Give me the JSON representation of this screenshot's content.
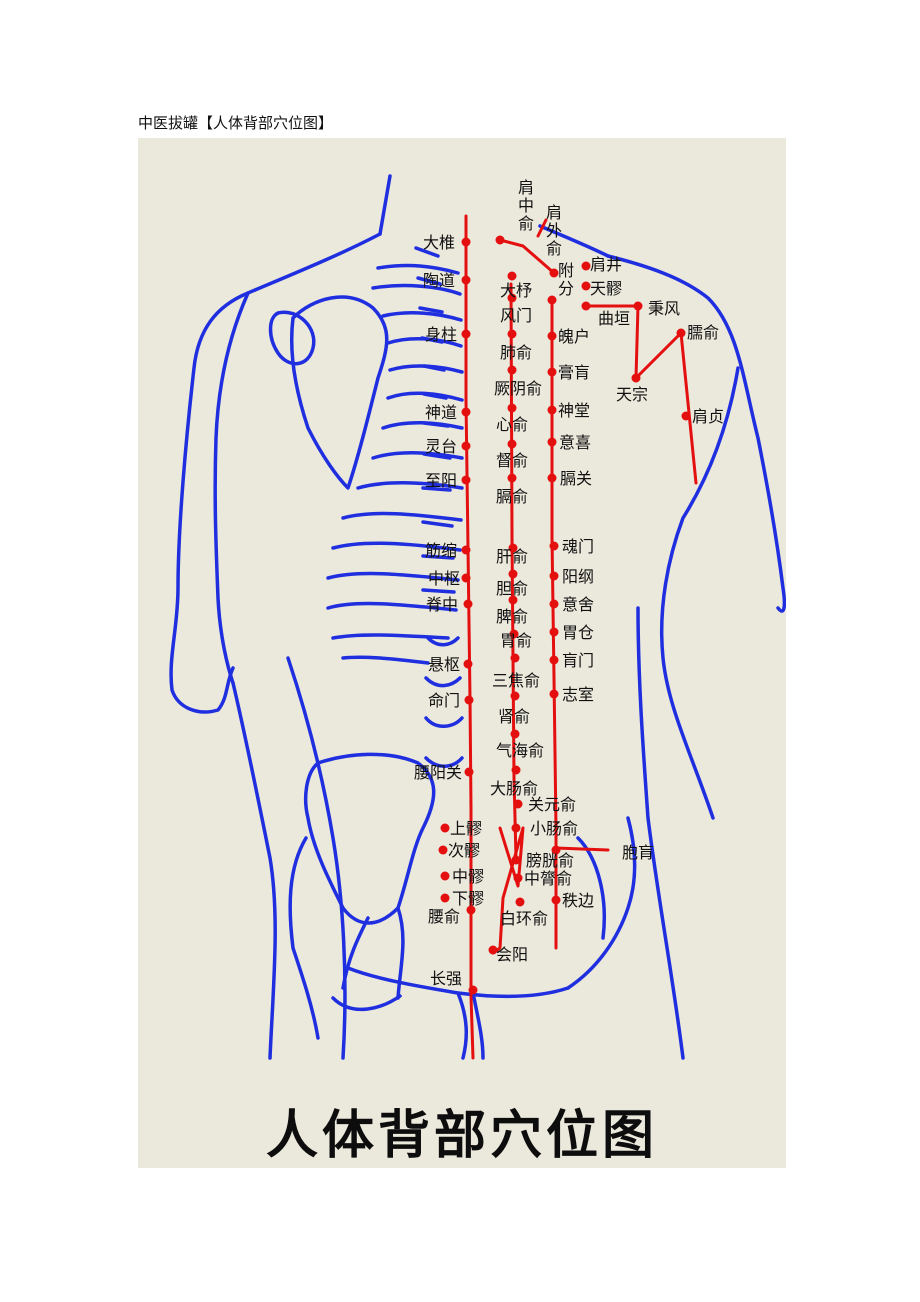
{
  "document": {
    "heading": "中医拔罐【人体背部穴位图】"
  },
  "figure": {
    "caption": "人体背部穴位图",
    "colors": {
      "background": "#ebe8dc",
      "body_outline": "#1f2fe0",
      "meridian": "#e41010",
      "label": "#111111"
    },
    "points": [
      {
        "id": "jianzhongshu",
        "label": "肩中俞"
      },
      {
        "id": "jianwaishu",
        "label": "肩外俞"
      },
      {
        "id": "jianjing",
        "label": "肩井"
      },
      {
        "id": "tianliao",
        "label": "天髎"
      },
      {
        "id": "fufen",
        "label": "附分"
      },
      {
        "id": "quyuan",
        "label": "曲垣"
      },
      {
        "id": "bingfeng",
        "label": "秉风"
      },
      {
        "id": "naoshu",
        "label": "臑俞"
      },
      {
        "id": "tianzong",
        "label": "天宗"
      },
      {
        "id": "jianzhen",
        "label": "肩贞"
      },
      {
        "id": "dazhui",
        "label": "大椎"
      },
      {
        "id": "taodao",
        "label": "陶道"
      },
      {
        "id": "shenzhu",
        "label": "身柱"
      },
      {
        "id": "shendao",
        "label": "神道"
      },
      {
        "id": "lingtai",
        "label": "灵台"
      },
      {
        "id": "zhiyang",
        "label": "至阳"
      },
      {
        "id": "jinsuo",
        "label": "筋缩"
      },
      {
        "id": "zhongshu",
        "label": "中枢"
      },
      {
        "id": "jizhong",
        "label": "脊中"
      },
      {
        "id": "xuanshu",
        "label": "悬枢"
      },
      {
        "id": "mingmen",
        "label": "命门"
      },
      {
        "id": "yaoyangguan",
        "label": "腰阳关"
      },
      {
        "id": "yaoshu",
        "label": "腰俞"
      },
      {
        "id": "changqiang",
        "label": "长强"
      },
      {
        "id": "dazhu",
        "label": "大杼"
      },
      {
        "id": "fengmen",
        "label": "风门"
      },
      {
        "id": "feishu",
        "label": "肺俞"
      },
      {
        "id": "jueyinshu",
        "label": "厥阴俞"
      },
      {
        "id": "xinshu",
        "label": "心俞"
      },
      {
        "id": "dushu",
        "label": "督俞"
      },
      {
        "id": "geshu",
        "label": "膈俞"
      },
      {
        "id": "ganshu",
        "label": "肝俞"
      },
      {
        "id": "danshu",
        "label": "胆俞"
      },
      {
        "id": "pishu",
        "label": "脾俞"
      },
      {
        "id": "weishu",
        "label": "胃俞"
      },
      {
        "id": "sanjiaoshu",
        "label": "三焦俞"
      },
      {
        "id": "shenshu",
        "label": "肾俞"
      },
      {
        "id": "qihaishu",
        "label": "气海俞"
      },
      {
        "id": "dachangshu",
        "label": "大肠俞"
      },
      {
        "id": "guanyuanshu",
        "label": "关元俞"
      },
      {
        "id": "xiaochangshu",
        "label": "小肠俞"
      },
      {
        "id": "pangguangshu",
        "label": "膀胱俞"
      },
      {
        "id": "zhonglvshu",
        "label": "中膂俞"
      },
      {
        "id": "baihuanshu",
        "label": "白环俞"
      },
      {
        "id": "huiyang",
        "label": "会阳"
      },
      {
        "id": "shangliao",
        "label": "上髎"
      },
      {
        "id": "ciliao",
        "label": "次髎"
      },
      {
        "id": "zhongliao",
        "label": "中髎"
      },
      {
        "id": "xialiao",
        "label": "下髎"
      },
      {
        "id": "pohu",
        "label": "魄户"
      },
      {
        "id": "gaohuang",
        "label": "膏肓"
      },
      {
        "id": "shentang",
        "label": "神堂"
      },
      {
        "id": "yixi",
        "label": "意喜"
      },
      {
        "id": "geguan",
        "label": "膈关"
      },
      {
        "id": "hunmen",
        "label": "魂门"
      },
      {
        "id": "yanggang",
        "label": "阳纲"
      },
      {
        "id": "yishe",
        "label": "意舍"
      },
      {
        "id": "weicang",
        "label": "胃仓"
      },
      {
        "id": "huangmen",
        "label": "肓门"
      },
      {
        "id": "zhishi",
        "label": "志室"
      },
      {
        "id": "baohuang",
        "label": "胞肓"
      },
      {
        "id": "zhibian",
        "label": "秩边"
      }
    ]
  }
}
